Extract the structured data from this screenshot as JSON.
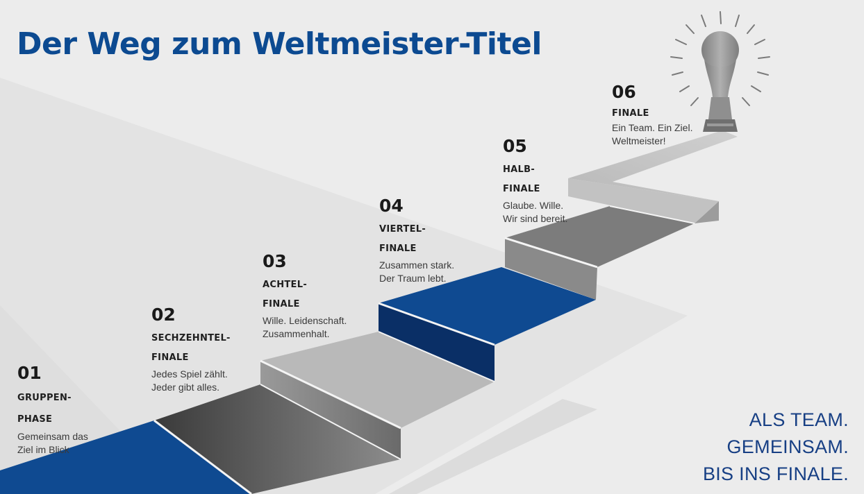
{
  "title": "Der Weg zum Weltmeister-Titel",
  "colors": {
    "title": "#0c4a91",
    "blue_step": "#0f4a91",
    "dark_blue_step": "#0a2f66",
    "grey_step": "#b7b7b7",
    "dark_step": "#555555",
    "slogan": "#173f84",
    "trophy": "#8f8f8f"
  },
  "stages": [
    {
      "num": "01",
      "name_lines": [
        "GRUPPEN-",
        "PHASE"
      ],
      "desc_lines": [
        "Gemeinsam das",
        "Ziel im Blick"
      ]
    },
    {
      "num": "02",
      "name_lines": [
        "SECHZEHNTEL-",
        "FINALE"
      ],
      "desc_lines": [
        "Jedes Spiel zählt.",
        "Jeder gibt alles."
      ]
    },
    {
      "num": "03",
      "name_lines": [
        "ACHTEL-",
        "FINALE"
      ],
      "desc_lines": [
        "Wille. Leidenschaft.",
        "Zusammenhalt."
      ]
    },
    {
      "num": "04",
      "name_lines": [
        "VIERTEL-",
        "FINALE"
      ],
      "desc_lines": [
        "Zusammen stark.",
        "Der Traum lebt."
      ]
    },
    {
      "num": "05",
      "name_lines": [
        "HALB-",
        "FINALE"
      ],
      "desc_lines": [
        "Glaube. Wille.",
        "Wir sind bereit."
      ]
    },
    {
      "num": "06",
      "name_lines": [
        "FINALE"
      ],
      "desc_lines": [
        "Ein Team. Ein Ziel.",
        "Weltmeister!"
      ]
    }
  ],
  "slogan": [
    "ALS TEAM.",
    "GEMEINSAM.",
    "BIS INS FINALE."
  ],
  "icons": {
    "trophy": "trophy-icon"
  }
}
